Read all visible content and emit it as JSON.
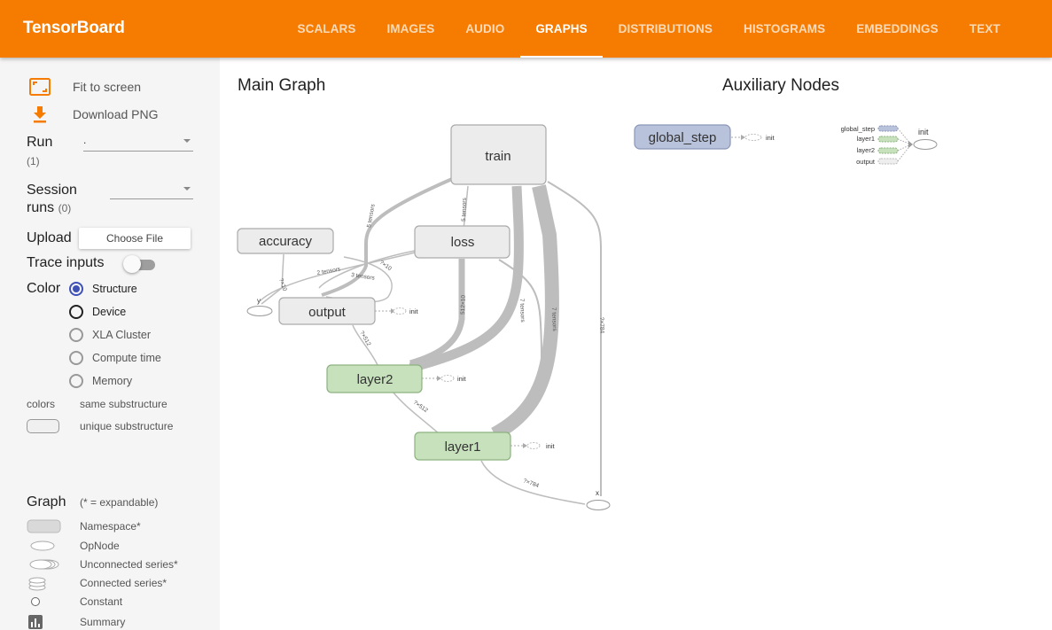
{
  "app": {
    "brand": "TensorBoard"
  },
  "tabs": [
    "SCALARS",
    "IMAGES",
    "AUDIO",
    "GRAPHS",
    "DISTRIBUTIONS",
    "HISTOGRAMS",
    "EMBEDDINGS",
    "TEXT"
  ],
  "active_tab": "GRAPHS",
  "colors": {
    "header": "#f57c00",
    "sidebar_bg": "#f5f5f5",
    "radio_selected": "#3f51b5",
    "layer_fill": "#c6e1bc",
    "global_step_fill": "#b9c2db"
  },
  "sidebar": {
    "fit_to_screen": "Fit to screen",
    "download_png": "Download PNG",
    "run_label": "Run",
    "run_count": "(1)",
    "run_value": ".",
    "session_label_1": "Session",
    "session_label_2": "runs",
    "session_count": "(0)",
    "upload_label": "Upload",
    "choose_file": "Choose File",
    "trace_inputs": "Trace inputs",
    "color_label": "Color",
    "color_options": [
      "Structure",
      "Device",
      "XLA Cluster",
      "Compute time",
      "Memory"
    ],
    "color_selected": "Structure",
    "colors_label": "colors",
    "same_substructure": "same substructure",
    "unique_substructure": "unique substructure",
    "graph_label": "Graph",
    "expandable_note": "(* = expandable)",
    "legend": [
      "Namespace*",
      "OpNode",
      "Unconnected series*",
      "Connected series*",
      "Constant",
      "Summary"
    ]
  },
  "main": {
    "main_graph_title": "Main Graph",
    "aux_title": "Auxiliary Nodes"
  },
  "graph": {
    "nodes": {
      "train": "train",
      "accuracy": "accuracy",
      "loss": "loss",
      "output": "output",
      "layer2": "layer2",
      "layer1": "layer1",
      "global_step": "global_step",
      "y": "y",
      "x": "x",
      "init": "init"
    },
    "edge_labels": {
      "e1": "5 tensors",
      "e2": "5 tensors",
      "e3": "2 tensors",
      "e4": "3 tensors",
      "e5": "?×10",
      "e6": "?×10",
      "e7": "512×10",
      "e8": "7 tensors",
      "e9": "7 tensors",
      "e10": "?×784",
      "e11": "?×512",
      "e12": "?×512",
      "e13": "?×784"
    },
    "aux_init_inputs": [
      "global_step",
      "layer1",
      "layer2",
      "output"
    ]
  }
}
